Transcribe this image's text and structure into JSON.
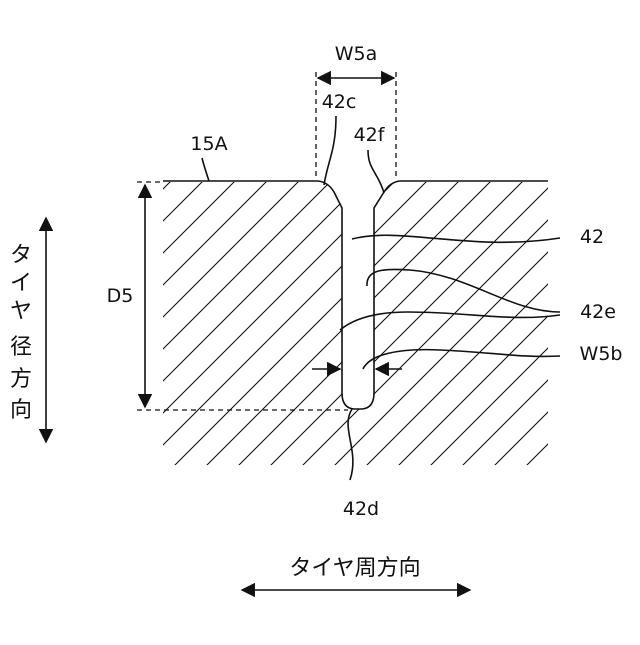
{
  "labels": {
    "w5a": "W5a",
    "c42": "42c",
    "f42": "42f",
    "s15a": "15A",
    "n42": "42",
    "e42": "42e",
    "w5b": "W5b",
    "d5": "D5",
    "d42": "42d"
  },
  "radial_direction_chars": [
    "タ",
    "イ",
    "ヤ",
    "径",
    "方",
    "向"
  ],
  "circumferential_direction": "タイヤ周方向"
}
